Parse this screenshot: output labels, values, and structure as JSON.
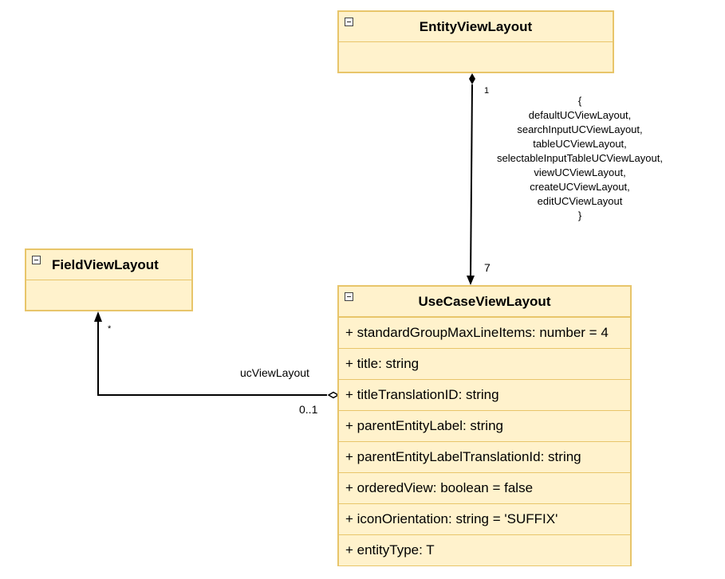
{
  "classes": {
    "entity_view_layout": {
      "name": "EntityViewLayout",
      "attributes": []
    },
    "field_view_layout": {
      "name": "FieldViewLayout",
      "attributes": []
    },
    "use_case_view_layout": {
      "name": "UseCaseViewLayout",
      "attributes": [
        "+ standardGroupMaxLineItems: number = 4",
        "+ title: string",
        "+ titleTranslationID: string",
        "+ parentEntityLabel: string",
        "+ parentEntityLabelTranslationId: string",
        "+ orderedView: boolean = false",
        "+ iconOrientation: string = 'SUFFIX'",
        "+ entityType: T"
      ]
    }
  },
  "associations": {
    "composition": {
      "source_multiplicity": "1",
      "target_multiplicity": "7",
      "constraint": [
        "{",
        "defaultUCViewLayout,",
        "searchInputUCViewLayout,",
        "tableUCViewLayout,",
        "selectableInputTableUCViewLayout,",
        "viewUCViewLayout,",
        "createUCViewLayout,",
        "editUCViewLayout",
        "}"
      ]
    },
    "aggregation": {
      "role": "ucViewLayout",
      "source_multiplicity": "0..1",
      "target_multiplicity": "*"
    }
  },
  "colors": {
    "class_fill": "#fff2cc",
    "class_border": "#e8c56a",
    "line": "#000000"
  }
}
